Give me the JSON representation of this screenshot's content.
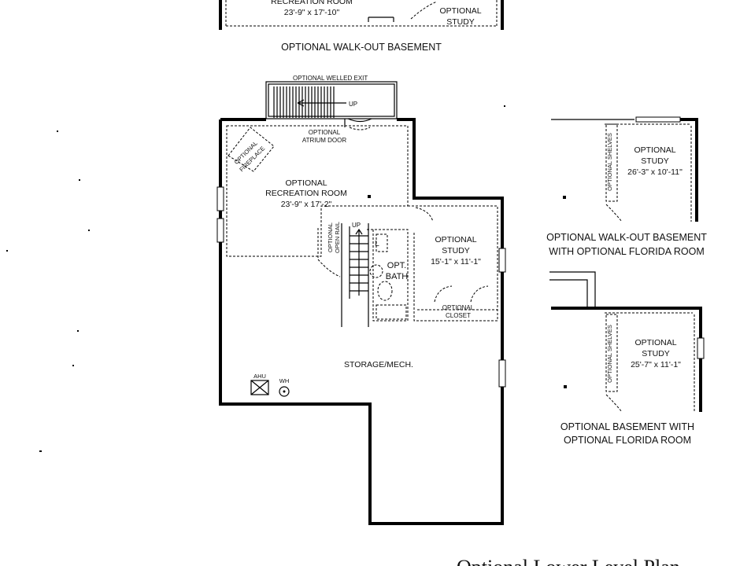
{
  "top_plan": {
    "rec_room": "RECREATION ROOM",
    "rec_dim": "23'-9\" x 17'-10\"",
    "study_line1": "OPTIONAL",
    "study_line2": "STUDY",
    "caption": "OPTIONAL WALK-OUT BASEMENT"
  },
  "main_plan": {
    "welled_exit": "OPTIONAL WELLED EXIT",
    "up_exit": "UP",
    "atrium_line1": "OPTIONAL",
    "atrium_line2": "ATRIUM DOOR",
    "fireplace_line1": "OPTIONAL",
    "fireplace_line2": "FIREPLACE",
    "rec_line1": "OPTIONAL",
    "rec_line2": "RECREATION ROOM",
    "rec_dim": "23'-9\" x 17'-2\"",
    "rail_line1": "OPTIONAL",
    "rail_line2": "OPEN RAIL",
    "up_stairs": "UP",
    "linen": "L",
    "bath_line1": "OPT.",
    "bath_line2": "BATH",
    "study_line1": "OPTIONAL",
    "study_line2": "STUDY",
    "study_dim": "15'-1\" x 11'-1\"",
    "closet_line1": "OPTIONAL",
    "closet_line2": "CLOSET",
    "storage": "STORAGE/MECH.",
    "ahu": "AHU",
    "wh": "WH"
  },
  "florida_walkout": {
    "shelves": "OPTIONAL SHELVES",
    "study_line1": "OPTIONAL",
    "study_line2": "STUDY",
    "study_dim": "26'-3\" x 10'-11\"",
    "caption_line1": "OPTIONAL WALK-OUT BASEMENT",
    "caption_line2": "WITH OPTIONAL FLORIDA ROOM"
  },
  "florida_basement": {
    "shelves": "OPTIONAL SHELVES",
    "study_line1": "OPTIONAL",
    "study_line2": "STUDY",
    "study_dim": "25'-7\" x 11'-1\"",
    "caption_line1": "OPTIONAL BASEMENT WITH",
    "caption_line2": "OPTIONAL FLORIDA ROOM"
  },
  "page_title": "Optional Lower Level Plan"
}
